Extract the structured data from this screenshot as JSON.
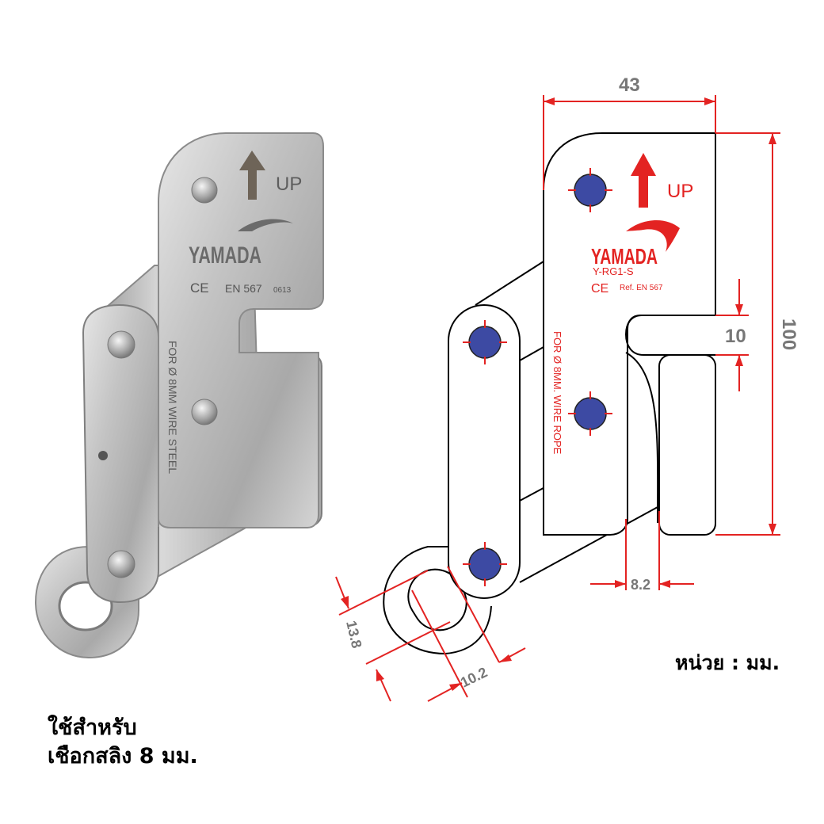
{
  "photo": {
    "arrow_label": "UP",
    "brand": "YAMADA",
    "ce_mark": "CE",
    "standard": "EN 567",
    "serial": "0613",
    "side_text": "FOR Ø 8MM WIRE STEEL"
  },
  "drawing": {
    "arrow_label": "UP",
    "brand": "YAMADA",
    "model": "Y-RG1-S",
    "ce_mark": "CE",
    "standard": "Ref. EN 567",
    "side_text": "FOR Ø 8MM.  WIRE ROPE",
    "dimensions": {
      "width": "43",
      "height": "100",
      "gap": "10",
      "slot": "8.2",
      "eye_height": "13.8",
      "eye_width": "10.2"
    }
  },
  "caption": {
    "usage_line_1": "ใช้สำหรับ",
    "usage_line_2": "เชือกสลิง 8 มม.",
    "unit_note": "หน่วย : มม."
  },
  "colors": {
    "dimension_red": "#e32322",
    "rivet_blue": "#3d4aa3",
    "steel": "#bdbdbd"
  }
}
